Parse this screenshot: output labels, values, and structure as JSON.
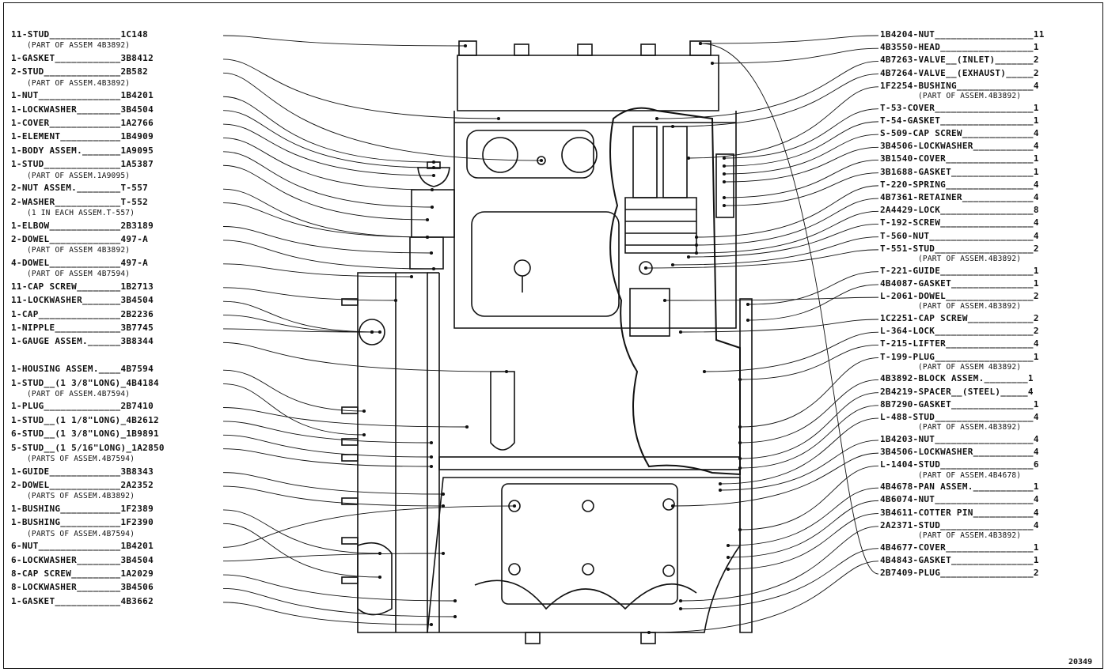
{
  "figure_number": "20349",
  "left_labels": [
    {
      "text": "11-STUD_____________1C148",
      "sub": false
    },
    {
      "text": "(PART OF ASSEM 4B3892)",
      "sub": true
    },
    {
      "text": "1-GASKET____________3B8412",
      "sub": false
    },
    {
      "text": "2-STUD______________2B582",
      "sub": false
    },
    {
      "text": "(PART OF ASSEM.4B3892)",
      "sub": true
    },
    {
      "text": "1-NUT_______________1B4201",
      "sub": false
    },
    {
      "text": "1-LOCKWASHER________3B4504",
      "sub": false
    },
    {
      "text": "1-COVER_____________1A2766",
      "sub": false
    },
    {
      "text": "1-ELEMENT___________1B4909",
      "sub": false
    },
    {
      "text": "1-BODY ASSEM._______1A9095",
      "sub": false
    },
    {
      "text": "1-STUD______________1A5387",
      "sub": false
    },
    {
      "text": "(PART OF ASSEM.1A9095)",
      "sub": true
    },
    {
      "text": "2-NUT ASSEM.________T-557",
      "sub": false
    },
    {
      "text": "2-WASHER____________T-552",
      "sub": false
    },
    {
      "text": "(1 IN EACH ASSEM.T-557)",
      "sub": true
    },
    {
      "text": "1-ELBOW_____________2B3189",
      "sub": false
    },
    {
      "text": "2-DOWEL_____________497-A",
      "sub": false
    },
    {
      "text": "(PART OF ASSEM 4B3892)",
      "sub": true
    },
    {
      "text": "4-DOWEL_____________497-A",
      "sub": false
    },
    {
      "text": "(PART OF ASSEM 4B7594)",
      "sub": true
    },
    {
      "text": "11-CAP SCREW________1B2713",
      "sub": false
    },
    {
      "text": "11-LOCKWASHER_______3B4504",
      "sub": false
    },
    {
      "text": "1-CAP_______________2B2236",
      "sub": false
    },
    {
      "text": "1-NIPPLE____________3B7745",
      "sub": false
    },
    {
      "text": "1-GAUGE ASSEM.______3B8344",
      "sub": false
    },
    {
      "text": "",
      "sub": false
    },
    {
      "text": "1-HOUSING ASSEM.____4B7594",
      "sub": false
    },
    {
      "text": "1-STUD__(1 3/8\"LONG)_4B4184",
      "sub": false
    },
    {
      "text": "(PART OF ASSEM.4B7594)",
      "sub": true
    },
    {
      "text": "1-PLUG______________2B7410",
      "sub": false
    },
    {
      "text": "1-STUD__(1 1/8\"LONG)_4B2612",
      "sub": false
    },
    {
      "text": "6-STUD__(1 3/8\"LONG)_1B9891",
      "sub": false
    },
    {
      "text": "5-STUD__(1 5/16\"LONG)_1A2850",
      "sub": false
    },
    {
      "text": "(PARTS OF ASSEM.4B7594)",
      "sub": true
    },
    {
      "text": "1-GUIDE_____________3B8343",
      "sub": false
    },
    {
      "text": "2-DOWEL_____________2A2352",
      "sub": false
    },
    {
      "text": "(PARTS OF ASSEM.4B3892)",
      "sub": true
    },
    {
      "text": "1-BUSHING___________1F2389",
      "sub": false
    },
    {
      "text": "1-BUSHING___________1F2390",
      "sub": false
    },
    {
      "text": "(PARTS OF ASSEM.4B7594)",
      "sub": true
    },
    {
      "text": "6-NUT_______________1B4201",
      "sub": false
    },
    {
      "text": "6-LOCKWASHER________3B4504",
      "sub": false
    },
    {
      "text": "8-CAP SCREW_________1A2029",
      "sub": false
    },
    {
      "text": "8-LOCKWASHER________3B4506",
      "sub": false
    },
    {
      "text": "1-GASKET____________4B3662",
      "sub": false
    }
  ],
  "right_labels": [
    {
      "text": "1B4204-NUT__________________11",
      "sub": false
    },
    {
      "text": "4B3550-HEAD_________________1",
      "sub": false
    },
    {
      "text": "4B7263-VALVE__(INLET)_______2",
      "sub": false
    },
    {
      "text": "4B7264-VALVE__(EXHAUST)_____2",
      "sub": false
    },
    {
      "text": "1F2254-BUSHING______________4",
      "sub": false
    },
    {
      "text": "(PART OF ASSEM.4B3892)",
      "sub": true
    },
    {
      "text": "T-53-COVER__________________1",
      "sub": false
    },
    {
      "text": "T-54-GASKET_________________1",
      "sub": false
    },
    {
      "text": "S-509-CAP SCREW_____________4",
      "sub": false
    },
    {
      "text": "3B4506-LOCKWASHER___________4",
      "sub": false
    },
    {
      "text": "3B1540-COVER________________1",
      "sub": false
    },
    {
      "text": "3B1688-GASKET_______________1",
      "sub": false
    },
    {
      "text": "T-220-SPRING________________4",
      "sub": false
    },
    {
      "text": "4B7361-RETAINER_____________4",
      "sub": false
    },
    {
      "text": "2A4429-LOCK_________________8",
      "sub": false
    },
    {
      "text": "T-192-SCREW_________________4",
      "sub": false
    },
    {
      "text": "T-560-NUT___________________4",
      "sub": false
    },
    {
      "text": "T-551-STUD__________________2",
      "sub": false
    },
    {
      "text": "(PART OF ASSEM.4B3892)",
      "sub": true
    },
    {
      "text": "T-221-GUIDE_________________1",
      "sub": false
    },
    {
      "text": "4B4087-GASKET_______________1",
      "sub": false
    },
    {
      "text": "L-2061-DOWEL________________2",
      "sub": false
    },
    {
      "text": "(PART OF ASSEM.4B3892)",
      "sub": true
    },
    {
      "text": "1C2251-CAP SCREW____________2",
      "sub": false
    },
    {
      "text": "L-364-LOCK__________________2",
      "sub": false
    },
    {
      "text": "T-215-LIFTER________________4",
      "sub": false
    },
    {
      "text": "T-199-PLUG__________________1",
      "sub": false
    },
    {
      "text": "(PART OF ASSEM 4B3892)",
      "sub": true
    },
    {
      "text": "4B3892-BLOCK ASSEM.________1",
      "sub": false
    },
    {
      "text": "2B4219-SPACER__(STEEL)_____4",
      "sub": false
    },
    {
      "text": "8B7290-GASKET_______________1",
      "sub": false
    },
    {
      "text": "L-488-STUD__________________4",
      "sub": false
    },
    {
      "text": "(PART OF ASSEM.4B3892)",
      "sub": true
    },
    {
      "text": "1B4203-NUT__________________4",
      "sub": false
    },
    {
      "text": "3B4506-LOCKWASHER___________4",
      "sub": false
    },
    {
      "text": "L-1404-STUD_________________6",
      "sub": false
    },
    {
      "text": "(PART OF ASSEM.4B4678)",
      "sub": true
    },
    {
      "text": "4B4678-PAN ASSEM.___________1",
      "sub": false
    },
    {
      "text": "4B6074-NUT__________________4",
      "sub": false
    },
    {
      "text": "3B4611-COTTER PIN___________4",
      "sub": false
    },
    {
      "text": "2A2371-STUD_________________4",
      "sub": false
    },
    {
      "text": "(PART OF ASSEM.4B3892)",
      "sub": true
    },
    {
      "text": "4B4677-COVER________________1",
      "sub": false
    },
    {
      "text": "4B4843-GASKET_______________1",
      "sub": false
    },
    {
      "text": "2B7409-PLUG_________________2",
      "sub": false
    }
  ]
}
